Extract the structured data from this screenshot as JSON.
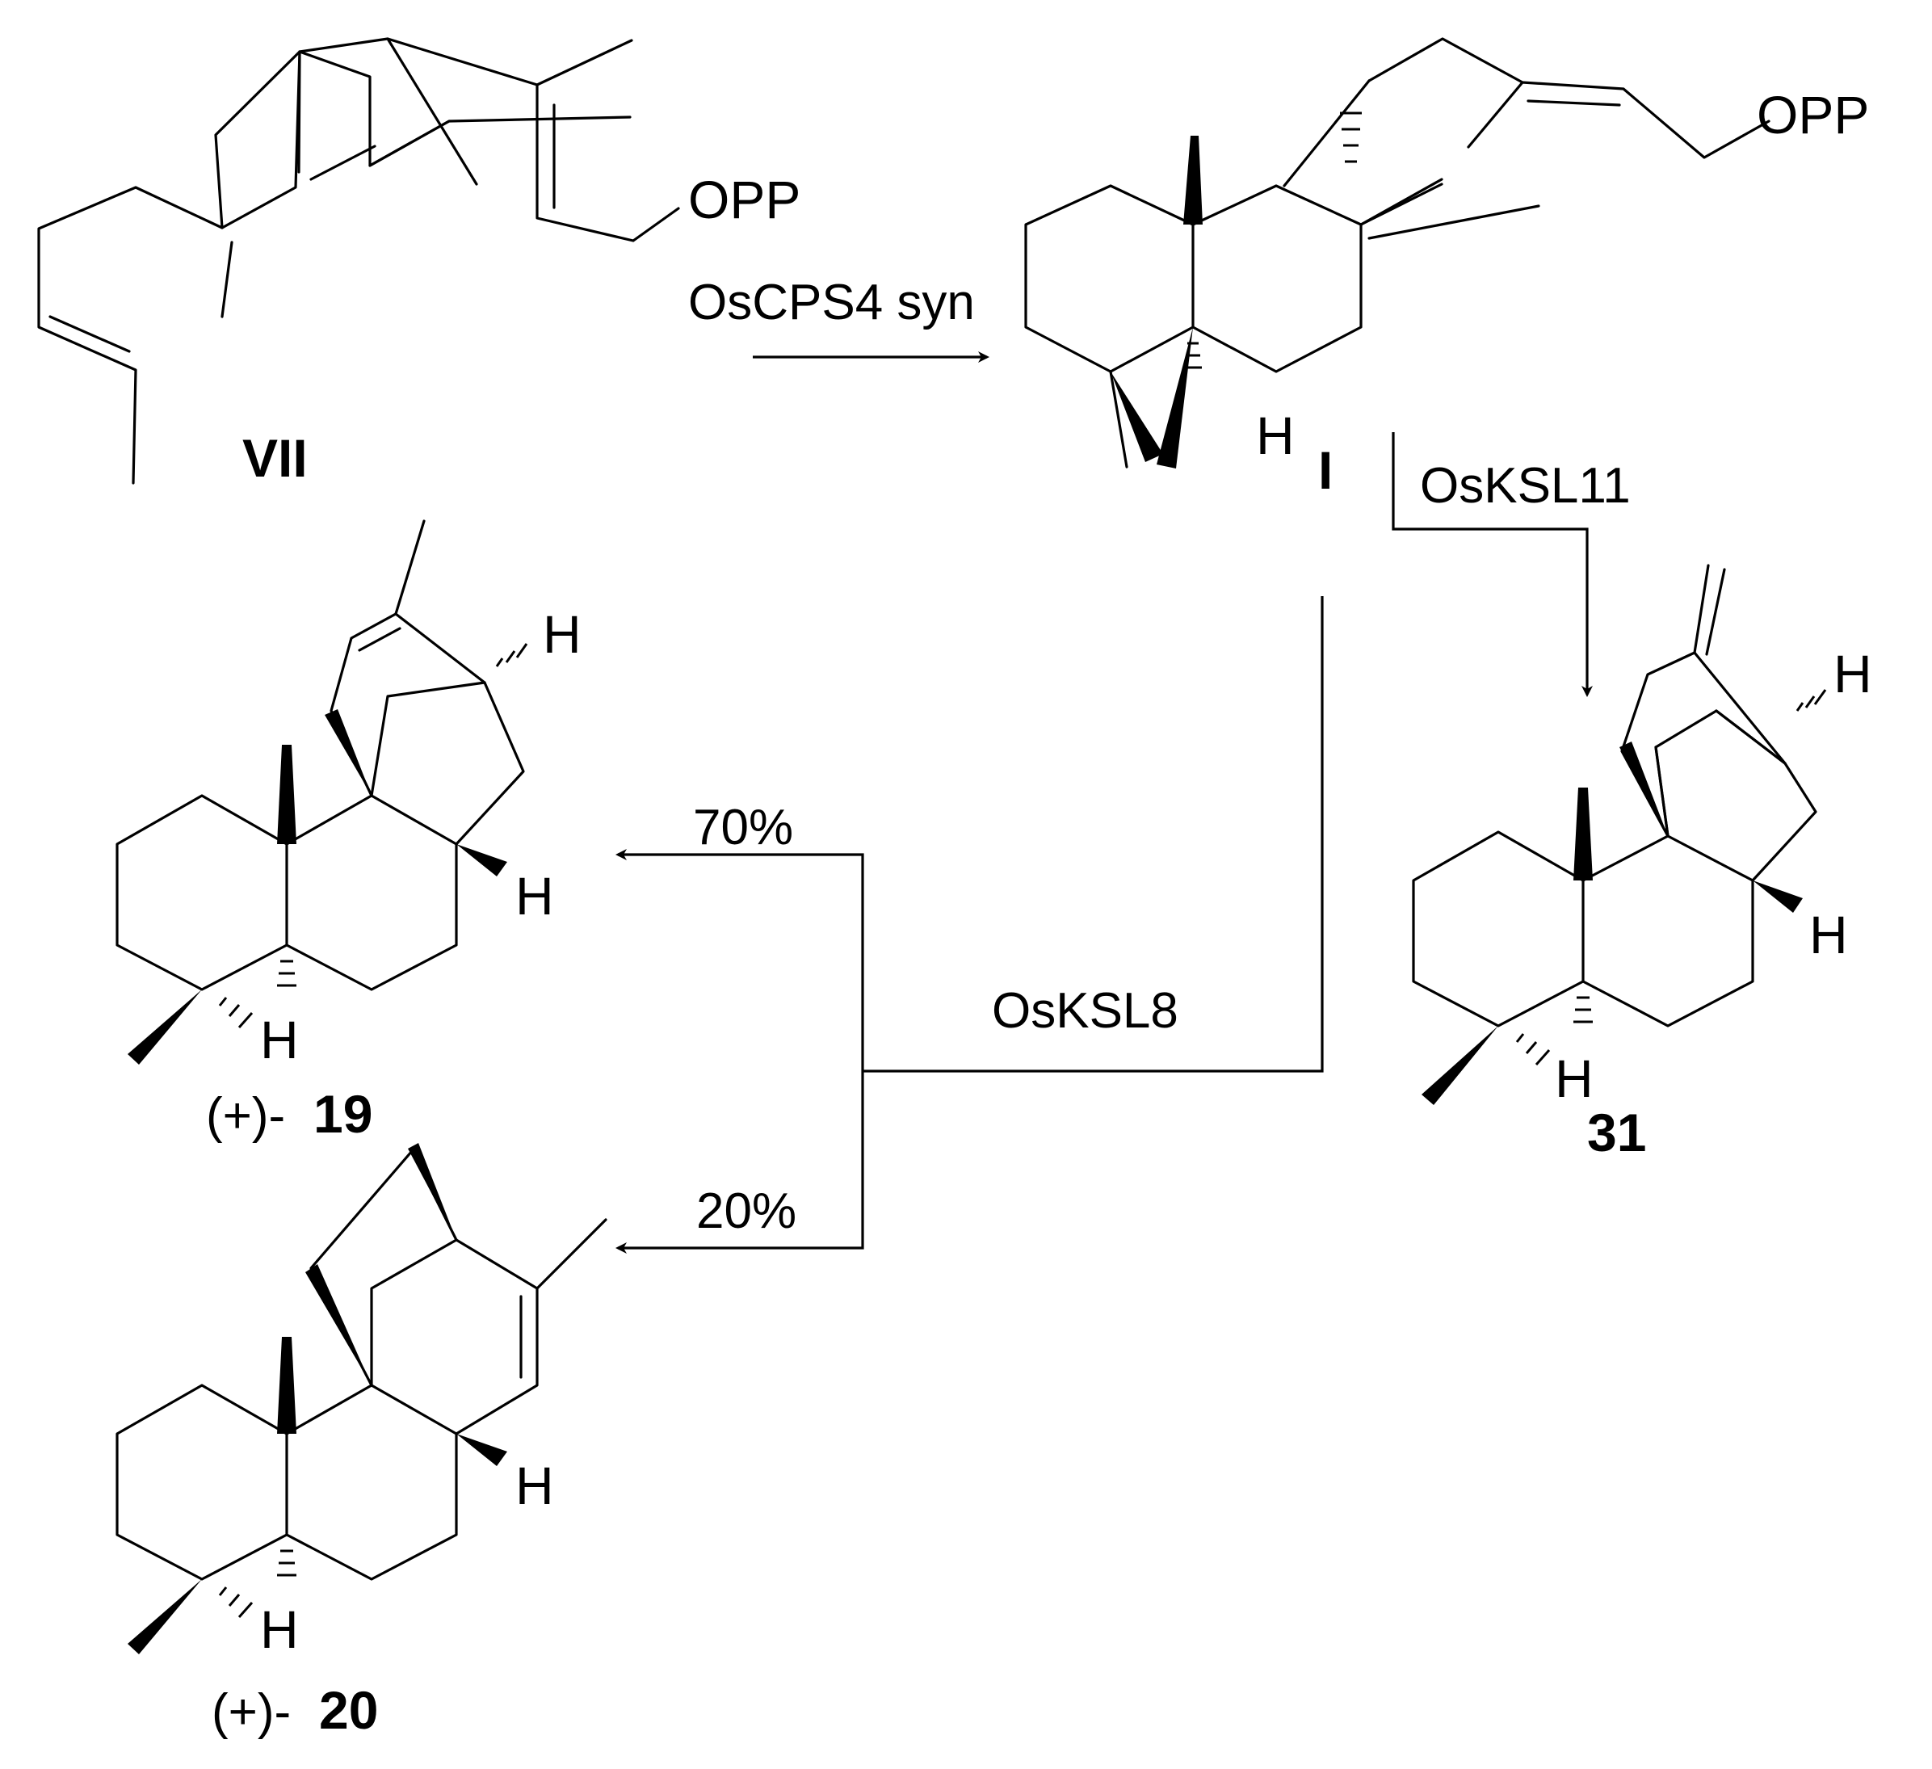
{
  "compounds": {
    "vii": {
      "label": "VII",
      "opp": "OPP"
    },
    "cpp": {
      "label": "I",
      "opp": "OPP",
      "h": "H"
    },
    "c31": {
      "label": "31",
      "h_bridge": "H",
      "h_ring": "H",
      "h_a": "H"
    },
    "c19": {
      "prefix": "(+)-",
      "label": "19",
      "h_bridge": "H",
      "h_ring": "H",
      "h_a": "H"
    },
    "c20": {
      "prefix": "(+)-",
      "label": "20",
      "h_ring": "H",
      "h_a": "H"
    }
  },
  "reagents": {
    "oscps4": "OsCPS4 syn",
    "osksl11": "OsKSL11",
    "osksl8": "OsKSL8",
    "yield_70": "70%",
    "yield_20": "20%"
  },
  "colors": {
    "ink": "#000000",
    "background": "#ffffff"
  }
}
